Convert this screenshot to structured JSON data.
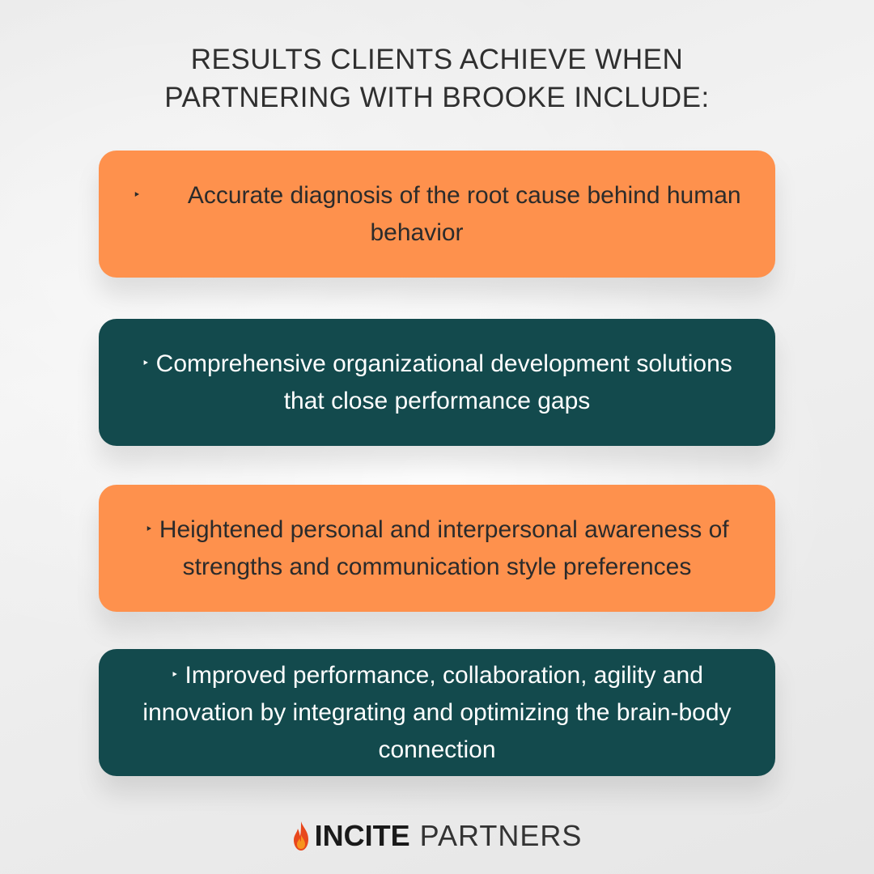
{
  "heading": {
    "line1": "RESULTS CLIENTS ACHIEVE WHEN",
    "line2": "PARTNERING WITH BROOKE INCLUDE:"
  },
  "bullet_glyph": "‣",
  "cards": [
    {
      "text": "Accurate diagnosis of the root cause behind human behavior",
      "color": "#fe914d"
    },
    {
      "text": "Comprehensive organizational development solutions that close performance gaps",
      "color": "#134a4d"
    },
    {
      "text": "Heightened personal and interpersonal awareness of strengths and communication style preferences",
      "color": "#fe914d"
    },
    {
      "text": "Improved performance, collaboration, agility and innovation by integrating and optimizing the brain-body connection",
      "color": "#134a4d"
    }
  ],
  "logo": {
    "icon": "flame-icon",
    "word_bold": "INCITE",
    "word_light": "PARTNERS",
    "flame_colors": [
      "#e8471c",
      "#f7931e"
    ]
  }
}
